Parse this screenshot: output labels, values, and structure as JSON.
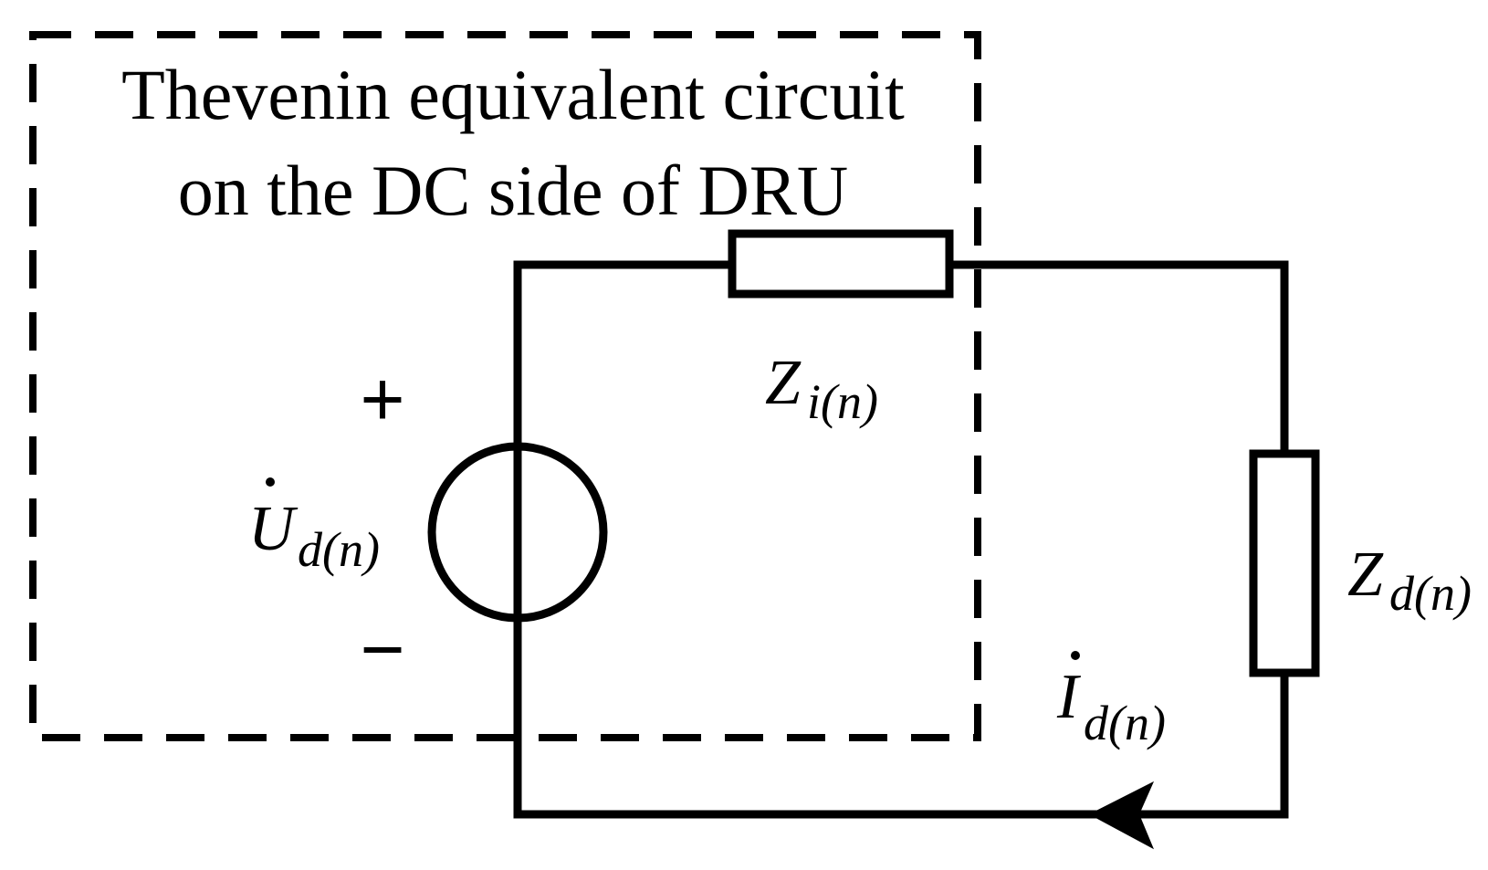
{
  "diagram": {
    "title_line1": "Thevenin equivalent circuit",
    "title_line2": "on the DC side of DRU",
    "plus_sign": "+",
    "minus_sign": "−",
    "source_label": {
      "symbol": "U",
      "subscript": "d(n)"
    },
    "internal_impedance_label": {
      "symbol": "Z",
      "subscript": "i(n)"
    },
    "load_impedance_label": {
      "symbol": "Z",
      "subscript": "d(n)"
    },
    "current_label": {
      "symbol": "I",
      "subscript": "d(n)"
    }
  }
}
